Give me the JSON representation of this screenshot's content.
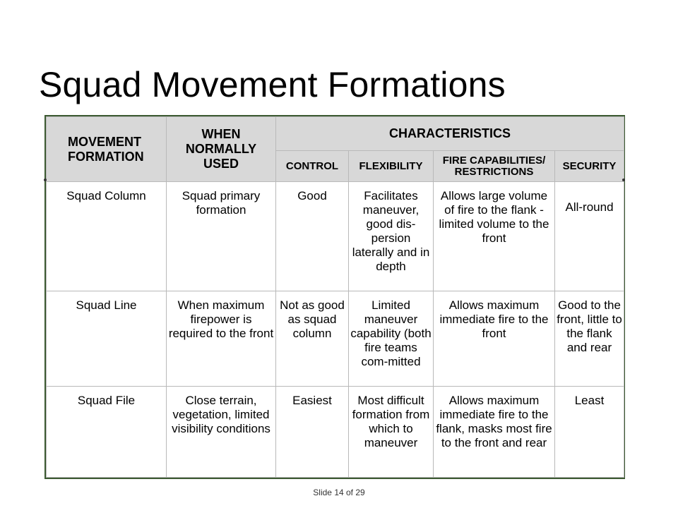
{
  "slide": {
    "title": "Squad Movement Formations",
    "footer": "Slide 14 of 29"
  },
  "table": {
    "header": {
      "movement_formation": "MOVEMENT FORMATION",
      "when_used": "WHEN NORMALLY USED",
      "characteristics": "CHARACTERISTICS",
      "control": "CONTROL",
      "flexibility": "FLEXIBILITY",
      "fire": "FIRE CAPABILITIES/ RESTRICTIONS",
      "security": "SECURITY"
    },
    "rows": [
      {
        "formation": "Squad Column",
        "when": "Squad primary formation",
        "control": "Good",
        "flexibility": "Facilitates maneuver, good dis-persion laterally and in depth",
        "fire": "Allows large volume of fire to the flank - limited volume to the front",
        "security": "All-round"
      },
      {
        "formation": "Squad Line",
        "when": "When maximum firepower is required to the front",
        "control": "Not as good as squad column",
        "flexibility": "Limited maneuver capability (both fire teams com-mitted",
        "fire": "Allows maximum immediate fire to the front",
        "security": "Good to the front, little to the flank and rear"
      },
      {
        "formation": "Squad File",
        "when": "Close terrain, vegetation, limited visibility conditions",
        "control": "Easiest",
        "flexibility": "Most difficult formation from which to maneuver",
        "fire": "Allows maximum immediate fire to the flank, masks most fire to the front and rear",
        "security": "Least"
      }
    ]
  }
}
